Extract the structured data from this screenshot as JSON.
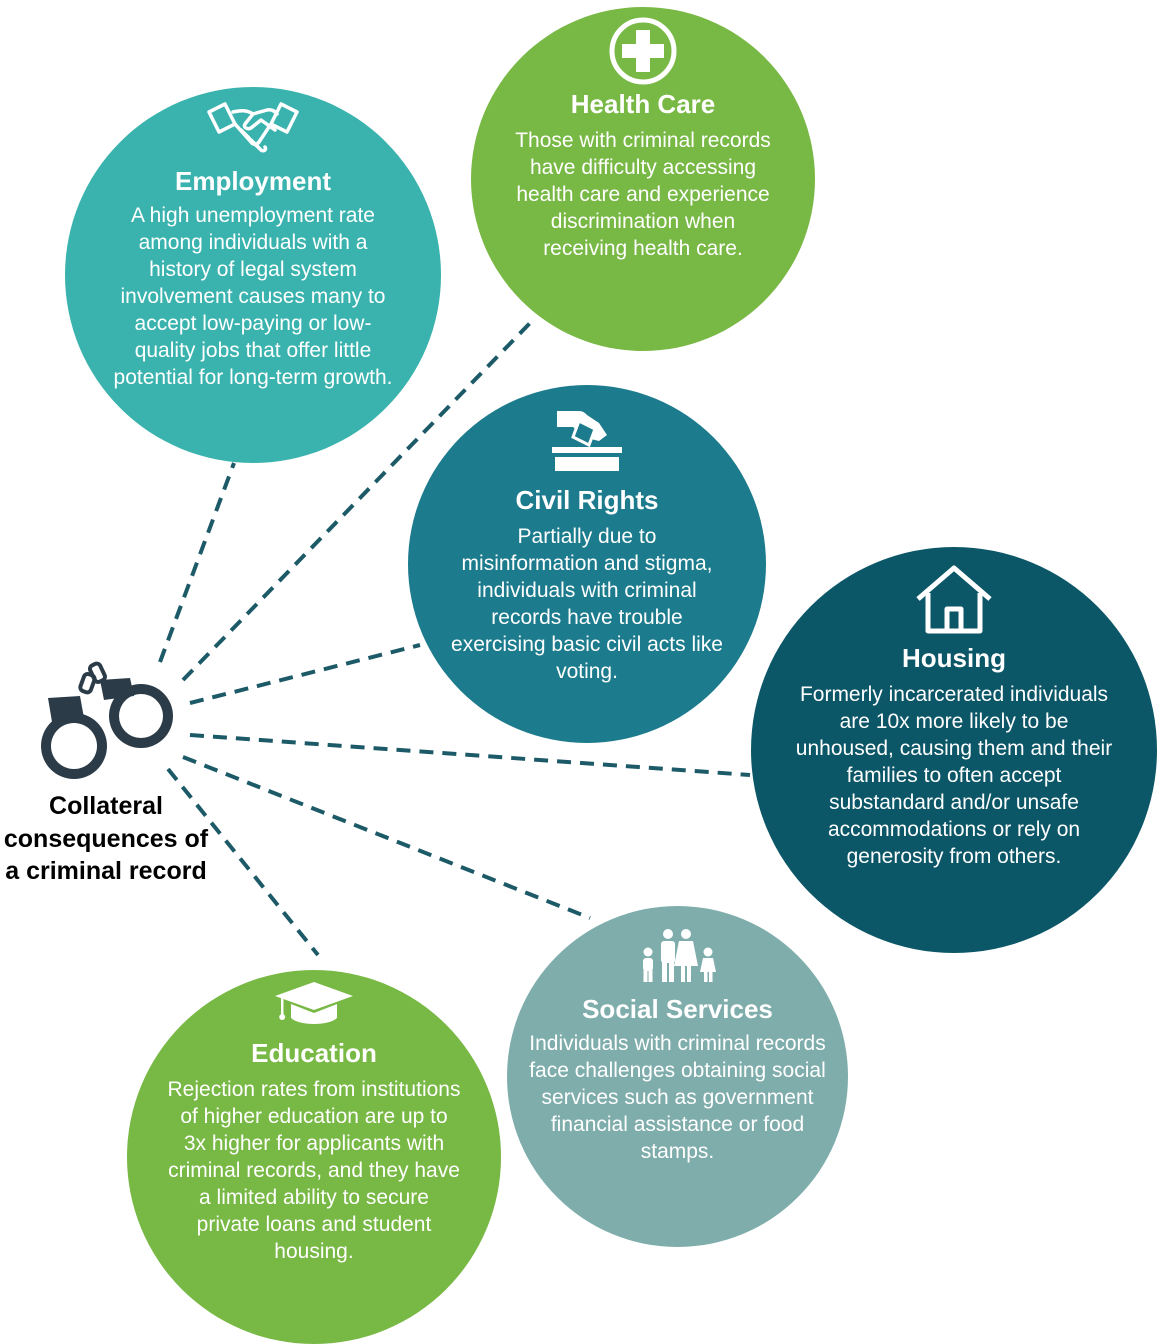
{
  "center": {
    "title": "Collateral consequences of a criminal record",
    "icon": "handcuffs-icon"
  },
  "colors": {
    "employment": "#3ab3ae",
    "health_care": "#78b844",
    "civil_rights": "#1c7b8c",
    "housing": "#0b5667",
    "social_services": "#7fadab",
    "education": "#78b844",
    "connector": "#1d5a68"
  },
  "nodes": {
    "employment": {
      "title": "Employment",
      "icon": "handshake-icon",
      "text": "A high unemployment rate among individuals with a history of legal system involvement causes many to accept low-paying or low-quality jobs that offer little potential for long-term growth."
    },
    "health_care": {
      "title": "Health Care",
      "icon": "medical-cross-icon",
      "text": "Those with criminal records have difficulty accessing health care and experience discrimination when receiving health care."
    },
    "civil_rights": {
      "title": "Civil Rights",
      "icon": "ballot-box-icon",
      "text": "Partially due to misinformation and stigma, individuals with criminal records have trouble exercising basic civil acts like voting."
    },
    "housing": {
      "title": "Housing",
      "icon": "house-icon",
      "text": "Formerly incarcerated individuals are 10x more likely to be unhoused, causing them and their families to often accept substandard and/or unsafe accommodations or rely on generosity from others."
    },
    "social_services": {
      "title": "Social Services",
      "icon": "family-icon",
      "text": "Individuals with criminal records face challenges obtaining social services such as government financial assistance or food stamps."
    },
    "education": {
      "title": "Education",
      "icon": "graduation-cap-icon",
      "text": "Rejection rates from institutions of higher education are up to 3x higher for applicants with criminal records, and they have a limited ability to secure private loans and student housing."
    }
  }
}
